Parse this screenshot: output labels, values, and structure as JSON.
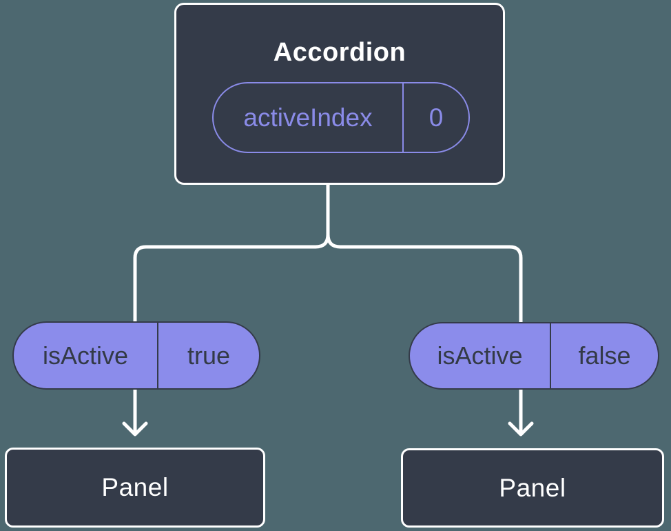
{
  "colors": {
    "background": "#4D6870",
    "node_fill": "#343B49",
    "node_border": "#FFFFFF",
    "pill_fill": "#8B8CEB",
    "pill_dark_text": "#333A46",
    "accent_purple": "#8A8BE8",
    "connector": "#FFFFFF",
    "node_text": "#FFFFFF"
  },
  "diagram": {
    "root": {
      "title": "Accordion",
      "state_pill": {
        "name": "activeIndex",
        "value": "0"
      }
    },
    "branches": [
      {
        "prop_pill": {
          "name": "isActive",
          "value": "true"
        },
        "node": {
          "title": "Panel"
        }
      },
      {
        "prop_pill": {
          "name": "isActive",
          "value": "false"
        },
        "node": {
          "title": "Panel"
        }
      }
    ]
  }
}
